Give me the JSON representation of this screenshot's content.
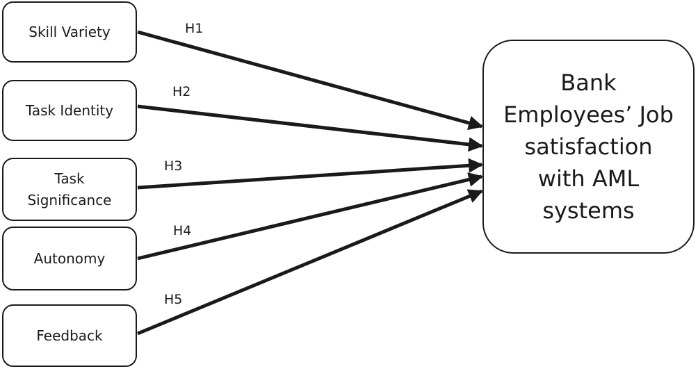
{
  "constructs": [
    {
      "label": "Skill Variety"
    },
    {
      "label": "Task Identity"
    },
    {
      "label": "Task\nSignificance"
    },
    {
      "label": "Autonomy"
    },
    {
      "label": "Feedback"
    }
  ],
  "hypotheses": [
    "H1",
    "H2",
    "H3",
    "H4",
    "H5"
  ],
  "outcome": {
    "label": "Bank\nEmployees’ Job\nsatisfaction\nwith AML\nsystems"
  },
  "colors": {
    "line": "#1a1a1a",
    "background": "#ffffff"
  }
}
